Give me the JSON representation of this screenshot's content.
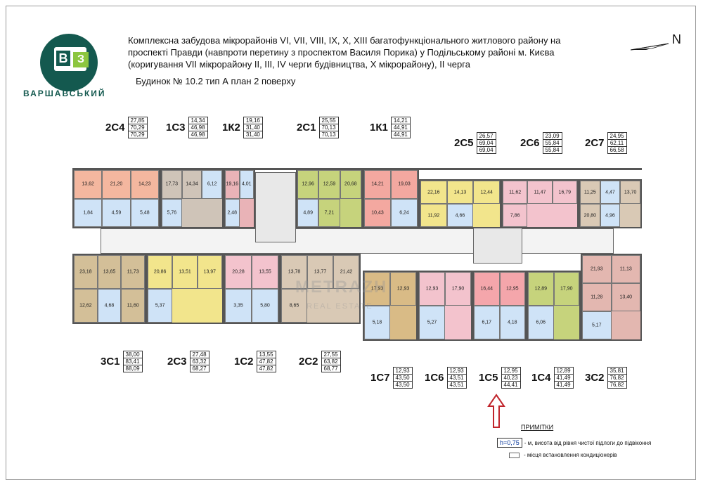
{
  "brand": {
    "logo_letters": [
      "В",
      "З"
    ],
    "name": "ВАРШАВСЬКИЙ",
    "primary_color": "#14594f",
    "accent_color": "#8cc63f"
  },
  "header": {
    "title_lines": [
      "Комплексна забудова мікрорайонів VI, VII, VIII, IX, X, XIII багатофункціонального житлового району на",
      "проспекті Правди (навпроти перетину з проспектом Василя Порика) у Подільському районі м. Києва",
      "(коригування VII мікрорайону II, III, IV черги будівництва, X мікрорайону), II черга"
    ],
    "building": "Будинок № 10.2   тип А   план 2 поверху"
  },
  "compass": {
    "label": "N",
    "icon": "north-arrow-icon"
  },
  "apartments_top": [
    {
      "name": "2С4",
      "areas": [
        "27,85",
        "70,29",
        "70,29"
      ],
      "color": "#f4b79f"
    },
    {
      "name": "1С3",
      "areas": [
        "14,34",
        "46,98",
        "46,98"
      ],
      "color": "#cfc4b8"
    },
    {
      "name": "1К2",
      "areas": [
        "19,16",
        "31,40",
        "31,40"
      ],
      "color": "#e9b3b7"
    },
    {
      "name": "2С1",
      "areas": [
        "25,55",
        "70,13",
        "70,13"
      ],
      "color": "#c6d37c"
    },
    {
      "name": "1К1",
      "areas": [
        "14,21",
        "44,91",
        "44,91"
      ],
      "color": "#f3a8a0"
    },
    {
      "name": "2С5",
      "areas": [
        "26,57",
        "69,04",
        "69,04"
      ],
      "color": "#f2e58c"
    },
    {
      "name": "2С6",
      "areas": [
        "23,09",
        "55,84",
        "55,84"
      ],
      "color": "#f3c3cd"
    },
    {
      "name": "2С7",
      "areas": [
        "24,95",
        "62,11",
        "66,58"
      ],
      "color": "#d9c9b5"
    }
  ],
  "apartments_bottom": [
    {
      "name": "3С1",
      "areas": [
        "38,00",
        "83,41",
        "88,09"
      ],
      "color": "#d3bf98"
    },
    {
      "name": "2С3",
      "areas": [
        "27,48",
        "63,32",
        "68,27"
      ],
      "color": "#f2e58c"
    },
    {
      "name": "1С2",
      "areas": [
        "13,55",
        "47,82",
        "47,82"
      ],
      "color": "#f3c3cd"
    },
    {
      "name": "2С2",
      "areas": [
        "27,55",
        "63,82",
        "68,77"
      ],
      "color": "#d9c9b5"
    },
    {
      "name": "1С7",
      "areas": [
        "12,93",
        "43,50",
        "43,50"
      ],
      "color": "#d9bb86"
    },
    {
      "name": "1С6",
      "areas": [
        "12,93",
        "43,51",
        "43,51"
      ],
      "color": "#f3c3cd"
    },
    {
      "name": "1С5",
      "areas": [
        "12,95",
        "40,23",
        "44,41"
      ],
      "color": "#f4a6ab"
    },
    {
      "name": "1С4",
      "areas": [
        "12,89",
        "41,49",
        "41,49"
      ],
      "color": "#c6d37c"
    },
    {
      "name": "3С2",
      "areas": [
        "35,81",
        "76,82",
        "76,82"
      ],
      "color": "#e3b7b0"
    }
  ],
  "rooms_top": [
    {
      "label": "13,62",
      "apt": 0
    },
    {
      "label": "21,20",
      "apt": 0
    },
    {
      "label": "14,23",
      "apt": 0
    },
    {
      "label": "1,84",
      "apt": 0
    },
    {
      "label": "4,59",
      "apt": 0
    },
    {
      "label": "5,48",
      "apt": 0
    },
    {
      "label": "17,73",
      "apt": 1
    },
    {
      "label": "14,34",
      "apt": 1
    },
    {
      "label": "6,12",
      "apt": 1
    },
    {
      "label": "5,76",
      "apt": 1
    },
    {
      "label": "19,16",
      "apt": 2
    },
    {
      "label": "4,01",
      "apt": 2
    },
    {
      "label": "2,48",
      "apt": 2
    },
    {
      "label": "12,96",
      "apt": 3
    },
    {
      "label": "12,59",
      "apt": 3
    },
    {
      "label": "20,68",
      "apt": 3
    },
    {
      "label": "4,89",
      "apt": 3
    },
    {
      "label": "7,21",
      "apt": 3
    },
    {
      "label": "14,21",
      "apt": 4
    },
    {
      "label": "19,03",
      "apt": 4
    },
    {
      "label": "10,43",
      "apt": 4
    },
    {
      "label": "6,24",
      "apt": 4
    },
    {
      "label": "22,16",
      "apt": 5
    },
    {
      "label": "14,13",
      "apt": 5
    },
    {
      "label": "12,44",
      "apt": 5
    },
    {
      "label": "11,92",
      "apt": 5
    },
    {
      "label": "4,66",
      "apt": 5
    },
    {
      "label": "11,62",
      "apt": 6
    },
    {
      "label": "11,47",
      "apt": 6
    },
    {
      "label": "16,79",
      "apt": 6
    },
    {
      "label": "7,86",
      "apt": 6
    },
    {
      "label": "11,25",
      "apt": 7
    },
    {
      "label": "4,47",
      "apt": 7
    },
    {
      "label": "13,70",
      "apt": 7
    },
    {
      "label": "20,80",
      "apt": 7
    },
    {
      "label": "4,96",
      "apt": 7
    }
  ],
  "rooms_bottom": [
    {
      "label": "23,18",
      "apt": 0
    },
    {
      "label": "13,65",
      "apt": 0
    },
    {
      "label": "11,73",
      "apt": 0
    },
    {
      "label": "12,62",
      "apt": 0
    },
    {
      "label": "4,68",
      "apt": 0
    },
    {
      "label": "11,60",
      "apt": 0
    },
    {
      "label": "20,86",
      "apt": 1
    },
    {
      "label": "13,51",
      "apt": 1
    },
    {
      "label": "13,97",
      "apt": 1
    },
    {
      "label": "5,37",
      "apt": 1
    },
    {
      "label": "20,28",
      "apt": 2
    },
    {
      "label": "13,55",
      "apt": 2
    },
    {
      "label": "3,35",
      "apt": 2
    },
    {
      "label": "5,80",
      "apt": 2
    },
    {
      "label": "13,78",
      "apt": 3
    },
    {
      "label": "13,77",
      "apt": 3
    },
    {
      "label": "21,42",
      "apt": 3
    },
    {
      "label": "8,65",
      "apt": 3
    },
    {
      "label": "17,93",
      "apt": 4
    },
    {
      "label": "12,93",
      "apt": 4
    },
    {
      "label": "5,18",
      "apt": 4
    },
    {
      "label": "12,93",
      "apt": 5
    },
    {
      "label": "17,90",
      "apt": 5
    },
    {
      "label": "5,27",
      "apt": 5
    },
    {
      "label": "16,44",
      "apt": 6
    },
    {
      "label": "12,95",
      "apt": 6
    },
    {
      "label": "6,17",
      "apt": 6
    },
    {
      "label": "4,18",
      "apt": 6
    },
    {
      "label": "12,89",
      "apt": 7
    },
    {
      "label": "17,90",
      "apt": 7
    },
    {
      "label": "6,06",
      "apt": 7
    },
    {
      "label": "21,93",
      "apt": 8
    },
    {
      "label": "11,13",
      "apt": 8
    },
    {
      "label": "11,28",
      "apt": 8
    },
    {
      "label": "13,40",
      "apt": 8
    },
    {
      "label": "5,17",
      "apt": 8
    }
  ],
  "watermark": {
    "main": "METRAZH",
    "sub": "REAL ESTATE"
  },
  "notes": {
    "title": "ПРИМІТКИ",
    "height_value": "h=0,75",
    "height_text": "- м, висота від рівня чистої підлоги до підвіконня",
    "cond_text": "- місця встановлення кондиціонерів"
  }
}
